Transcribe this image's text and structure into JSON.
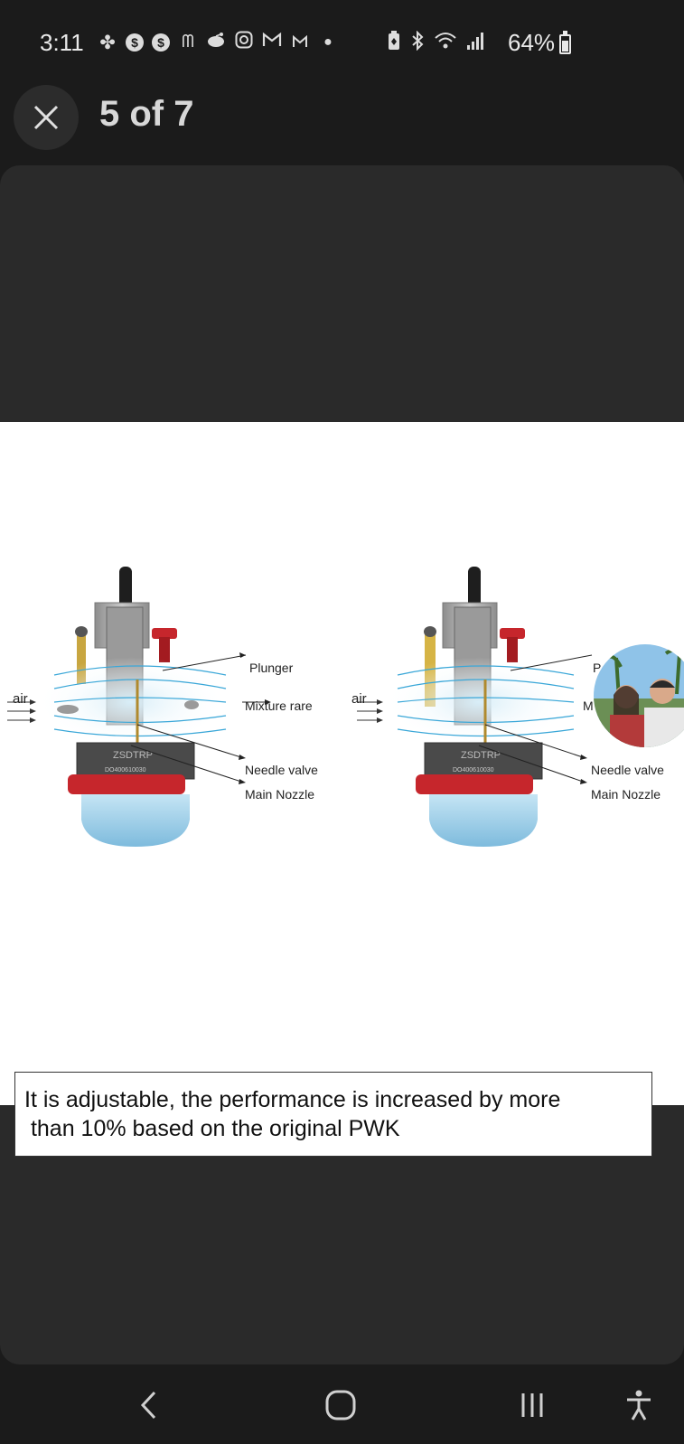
{
  "status": {
    "time": "3:11",
    "battery": "64%",
    "left_icons": [
      "pinwheel-icon",
      "dollar-icon",
      "dollar-icon",
      "mcdonalds-icon",
      "reddit-icon",
      "instagram-icon",
      "gmail-icon",
      "gmail-small-icon",
      "dot-icon"
    ],
    "right_icons": [
      "battery-saver-icon",
      "bluetooth-icon",
      "wifi-icon",
      "signal-icon"
    ]
  },
  "header": {
    "counter": "5 of 7"
  },
  "image": {
    "labels": {
      "plunger": "Plunger",
      "mixture": "Mixture rare",
      "needle_left": "Needle valve",
      "nozzle_left": "Main Nozzle",
      "needle_right": "Needle valve",
      "nozzle_right": "Main Nozzle",
      "air_left": "air",
      "air_right": "air",
      "brand_left": "ZSDTRP",
      "brand_right": "ZSDTRP",
      "plate_left": "DO400610030",
      "plate_right": "DO400610030",
      "partial_p": "P",
      "partial_m": "M"
    },
    "caption_line1": "It is adjustable,  the performance is increased by more",
    "caption_line2": " than 10% based on the original PWK"
  },
  "nav": {
    "back": "back-icon",
    "home": "home-icon",
    "recents": "recents-icon",
    "accessibility": "accessibility-icon"
  },
  "colors": {
    "background": "#1b1b1b",
    "viewer": "#2a2a2a",
    "bowl_blue": "#8fc5e3",
    "flow_blue": "#3aa7d8",
    "red_accent": "#d8232a"
  }
}
